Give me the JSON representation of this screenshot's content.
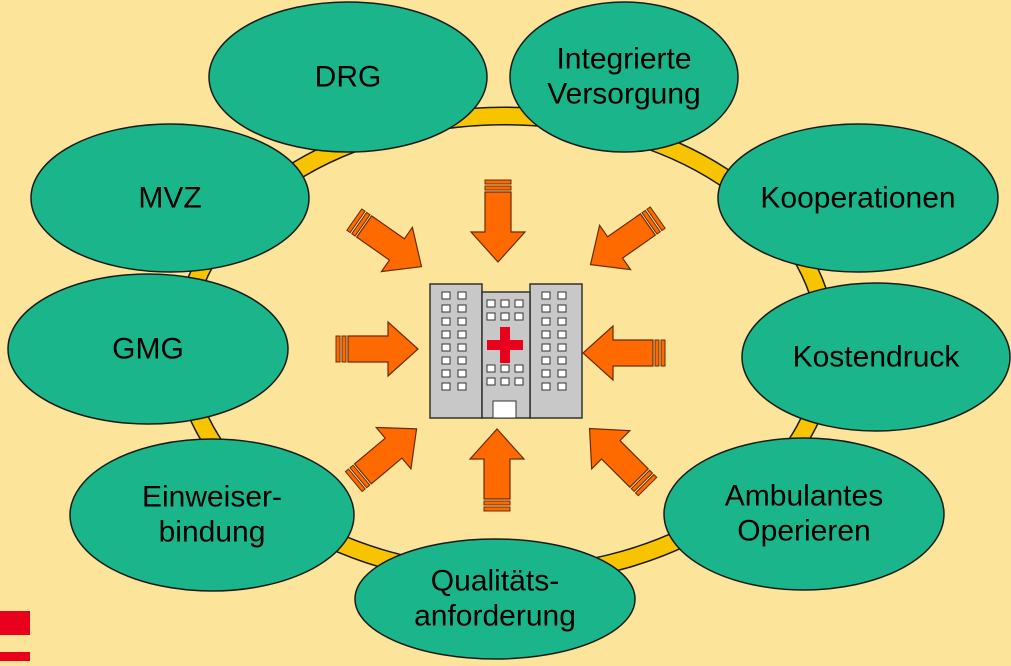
{
  "topics": [
    {
      "id": "drg",
      "lines": [
        "DRG"
      ]
    },
    {
      "id": "integrierte-versorgung",
      "lines": [
        "Integrierte",
        "Versorgung"
      ]
    },
    {
      "id": "mvz",
      "lines": [
        "MVZ"
      ]
    },
    {
      "id": "kooperationen",
      "lines": [
        "Kooperationen"
      ]
    },
    {
      "id": "gmg",
      "lines": [
        "GMG"
      ]
    },
    {
      "id": "kostendruck",
      "lines": [
        "Kostendruck"
      ]
    },
    {
      "id": "einweiserbindung",
      "lines": [
        "Einweiser-",
        "bindung"
      ]
    },
    {
      "id": "ambulantes-operieren",
      "lines": [
        "Ambulantes",
        "Operieren"
      ]
    },
    {
      "id": "qualitaetsanforderung",
      "lines": [
        "Qualitäts-",
        "anforderung"
      ]
    }
  ],
  "center_icon": "hospital-icon",
  "colors": {
    "background": "#FCE59B",
    "ring": "#F8C400",
    "ellipse_fill": "#1AB58A",
    "ellipse_stroke": "#1A1A1A",
    "arrow": "#FF6A00",
    "building": "#C8C8C8",
    "cross": "#E8001C",
    "brand": "#E8001C"
  }
}
